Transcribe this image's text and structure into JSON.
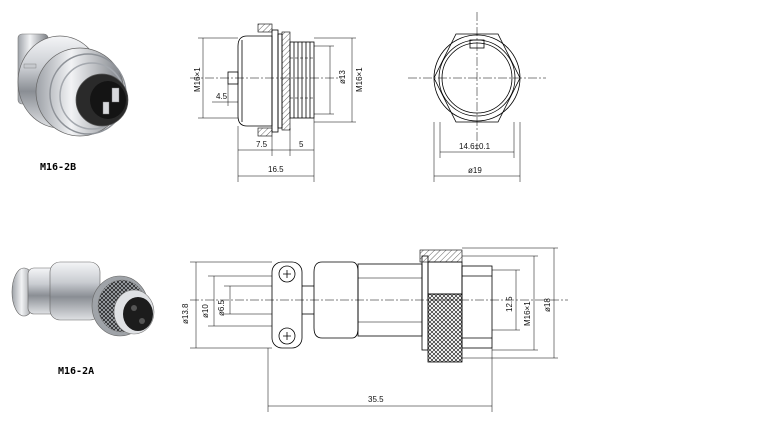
{
  "products": [
    {
      "model": "M16-2B"
    },
    {
      "model": "M16-2A"
    }
  ],
  "top_dims": {
    "thread_left": "M16×1",
    "pin": "4.5",
    "dia": "ø13",
    "thread_right": "M16×1",
    "len_a": "7.5",
    "len_b": "5",
    "len_total": "16.5",
    "flat": "14.6±0.1",
    "hex_dia": "ø19"
  },
  "bottom_dims": {
    "d1": "ø13.8",
    "d2": "ø10",
    "d3": "ø6.5",
    "d4": "12.5",
    "thread": "M16×1",
    "d5": "ø18",
    "length": "35.5"
  },
  "colors": {
    "metal_light": "#eef0f2",
    "metal_dark": "#6d7177",
    "insulator": "#1c1c1c"
  }
}
